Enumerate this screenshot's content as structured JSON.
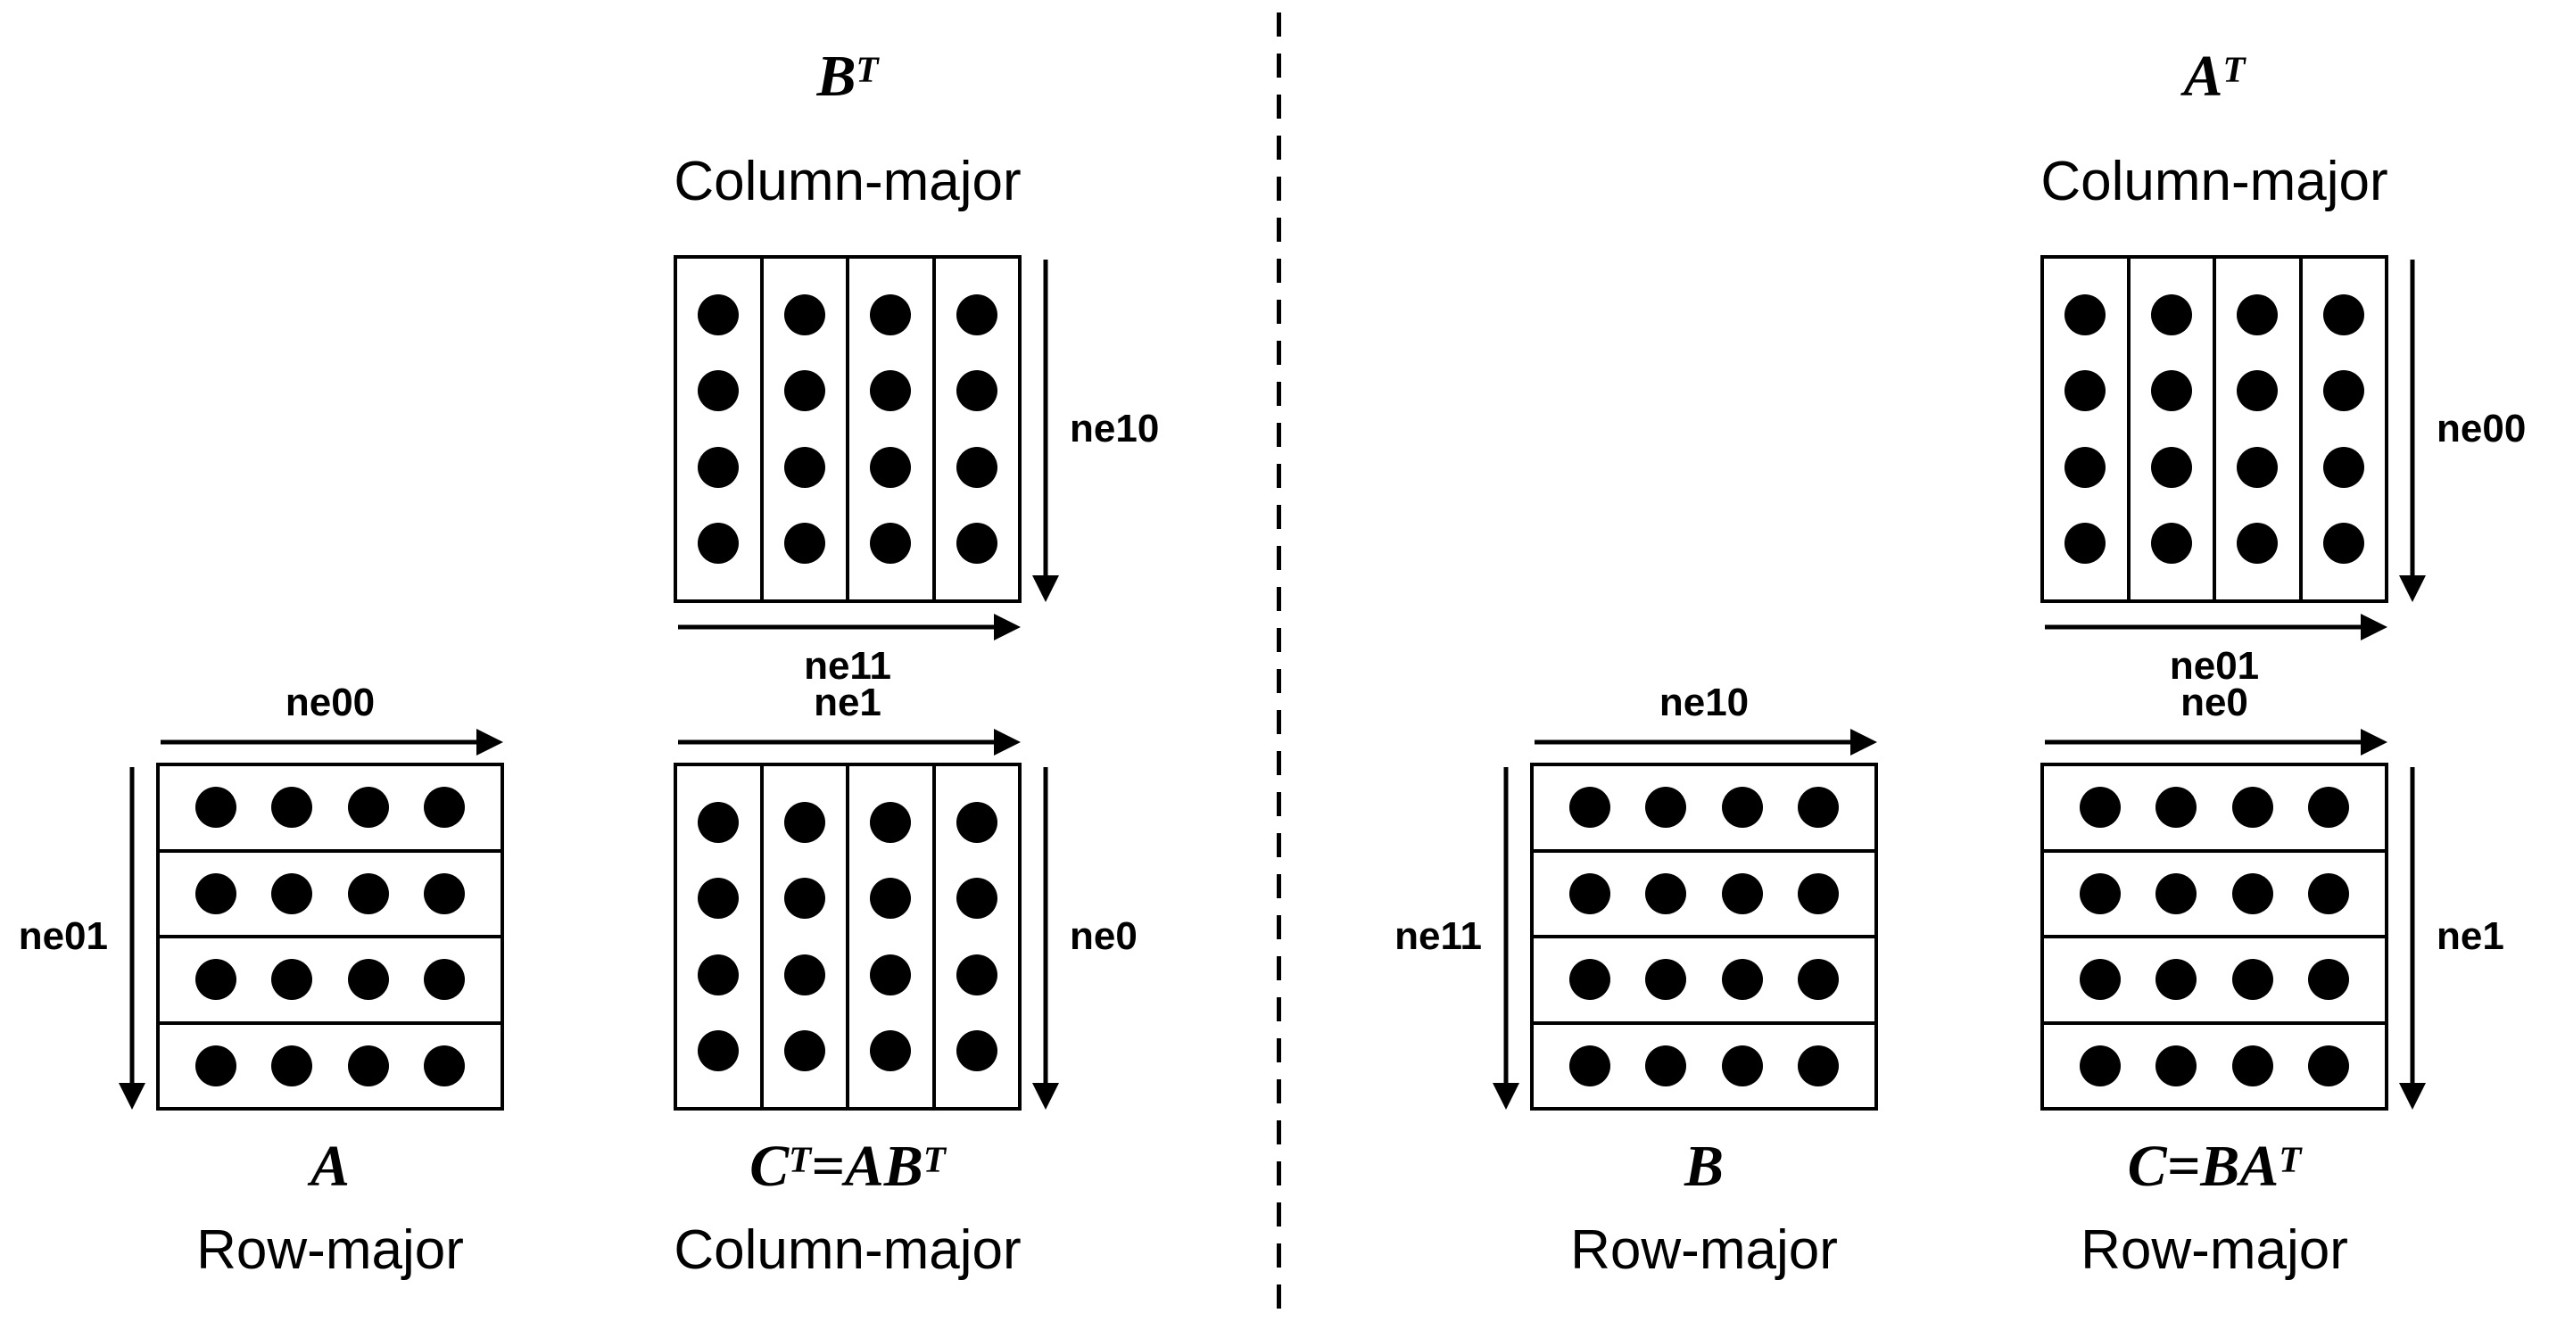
{
  "page": {
    "background": "#ffffff",
    "foreground": "#000000"
  },
  "divider": {
    "type": "dashed-vertical-line"
  },
  "matrices": {
    "bt": {
      "title": "B^T",
      "layout": "Column-major",
      "order": "column",
      "rows": 4,
      "cols": 4,
      "axis_right": "ne10",
      "axis_bottom": "ne11"
    },
    "a": {
      "title": "A",
      "layout": "Row-major",
      "order": "row",
      "rows": 4,
      "cols": 4,
      "axis_top": "ne00",
      "axis_left": "ne01"
    },
    "ct": {
      "title": "C^T=AB^T",
      "layout": "Column-major",
      "order": "column",
      "rows": 4,
      "cols": 4,
      "axis_top": "ne1",
      "axis_right": "ne0"
    },
    "at": {
      "title": "A^T",
      "layout": "Column-major",
      "order": "column",
      "rows": 4,
      "cols": 4,
      "axis_right": "ne00",
      "axis_bottom": "ne01"
    },
    "b": {
      "title": "B",
      "layout": "Row-major",
      "order": "row",
      "rows": 4,
      "cols": 4,
      "axis_top": "ne10",
      "axis_left": "ne11"
    },
    "c": {
      "title": "C=BA^T",
      "layout": "Row-major",
      "order": "row",
      "rows": 4,
      "cols": 4,
      "axis_top": "ne0",
      "axis_right": "ne1"
    }
  }
}
